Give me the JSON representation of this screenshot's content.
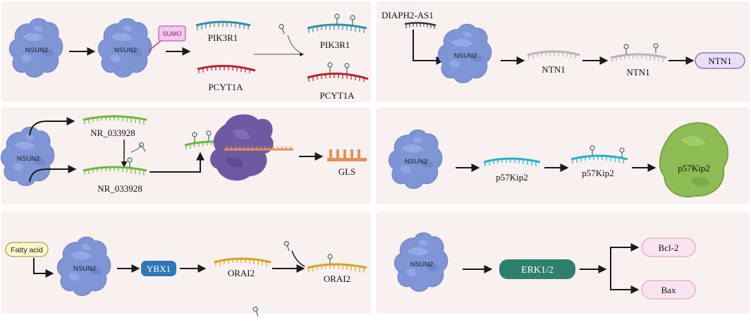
{
  "enzyme_label": "NSUN2",
  "colors": {
    "panel_bg": "#f9f0f0",
    "enzyme_fill": "#7f95d6",
    "teal_rna": "#2f8fa8",
    "red_rna": "#b3242f",
    "gray_rna": "#b5b5b5",
    "green_rna": "#6ab83a",
    "cyan_rna": "#1fb3c8",
    "gold_rna": "#d6a21e",
    "ribosome": "#6e5aa3",
    "gls": "#e0925a",
    "protein_green": "#8dbb54",
    "ybx1": "#2d79b8",
    "erk": "#2f7f6e"
  },
  "panel_a": {
    "sumo": "SUMO",
    "rna_top": "PIK3R1",
    "rna_bottom": "PCYT1A",
    "rna_top_modified": "PIK3R1",
    "rna_bottom_modified": "PCYT1A"
  },
  "panel_b": {
    "lncrna": "DIAPH2-AS1",
    "rna": "NTN1",
    "rna_modified": "NTN1",
    "protein": "NTN1"
  },
  "panel_c": {
    "rna": "NR_033928",
    "rna_modified": "NR_033928",
    "product": "GLS"
  },
  "panel_d": {
    "rna": "p57Kip2",
    "rna_modified": "p57Kip2",
    "protein": "p57Kip2"
  },
  "panel_e": {
    "trigger": "Fatty acid",
    "reader": "YBX1",
    "rna": "ORAI2",
    "rna_modified": "ORAI2"
  },
  "panel_f": {
    "kinase": "ERK1/2",
    "target_top": "Bcl-2",
    "target_bottom": "Bax"
  }
}
